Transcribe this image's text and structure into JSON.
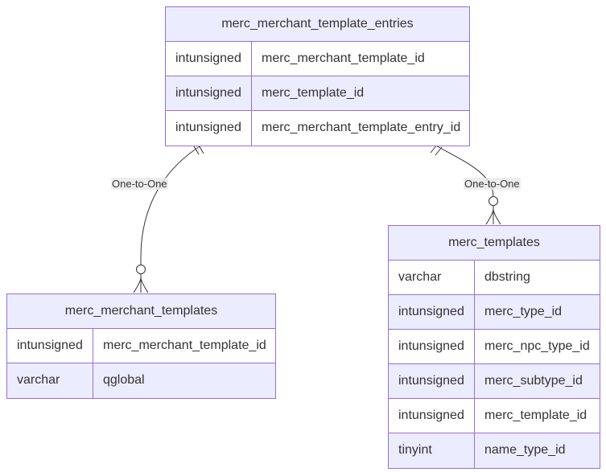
{
  "entities": [
    {
      "name": "merc_merchant_template_entries",
      "attributes": [
        {
          "type": "intunsigned",
          "name": "merc_merchant_template_id"
        },
        {
          "type": "intunsigned",
          "name": "merc_template_id"
        },
        {
          "type": "intunsigned",
          "name": "merc_merchant_template_entry_id"
        }
      ]
    },
    {
      "name": "merc_merchant_templates",
      "attributes": [
        {
          "type": "intunsigned",
          "name": "merc_merchant_template_id"
        },
        {
          "type": "varchar",
          "name": "qglobal"
        }
      ]
    },
    {
      "name": "merc_templates",
      "attributes": [
        {
          "type": "varchar",
          "name": "dbstring"
        },
        {
          "type": "intunsigned",
          "name": "merc_type_id"
        },
        {
          "type": "intunsigned",
          "name": "merc_npc_type_id"
        },
        {
          "type": "intunsigned",
          "name": "merc_subtype_id"
        },
        {
          "type": "intunsigned",
          "name": "merc_template_id"
        },
        {
          "type": "tinyint",
          "name": "name_type_id"
        }
      ]
    }
  ],
  "relationships": [
    {
      "label": "One-to-One",
      "from": "merc_merchant_template_entries",
      "to": "merc_merchant_templates"
    },
    {
      "label": "One-to-One",
      "from": "merc_merchant_template_entries",
      "to": "merc_templates"
    }
  ],
  "colors": {
    "border": "#9370db",
    "header": "#ececff",
    "line": "#333333"
  }
}
